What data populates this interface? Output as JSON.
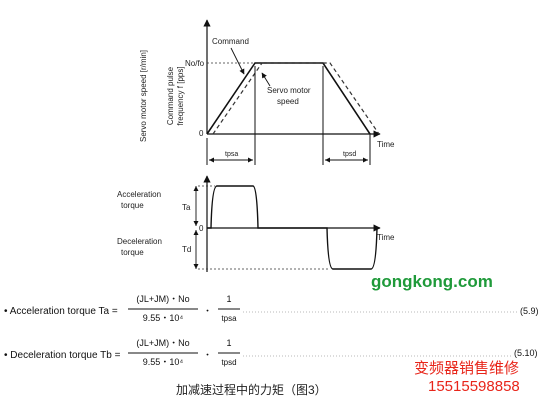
{
  "speed_graph": {
    "y_label_1": "Servo motor speed [r/min]",
    "y_label_2": "Command pulse",
    "y_label_3": "frequency f [pps]",
    "no_label": "No/fo",
    "zero_label": "0",
    "time_label": "Time",
    "command_label": "Command",
    "servo_label_1": "Servo motor",
    "servo_label_2": "speed",
    "tpsa_label": "tpsa",
    "tpsd_label": "tpsd"
  },
  "torque_graph": {
    "accel_label_1": "Acceleration",
    "accel_label_2": "torque",
    "decel_label_1": "Deceleration",
    "decel_label_2": "torque",
    "ta_label": "Ta",
    "td_label": "Td",
    "zero_label": "0",
    "time_label": "Time"
  },
  "formulas": {
    "accel_prefix": "• Acceleration torque Ta =",
    "accel_numerator": "(JL+JM)・No",
    "accel_denominator": "9.55・10⁴",
    "accel_dot": "・",
    "accel_one": "1",
    "accel_t": "tpsa",
    "accel_eq_no": "(5.9)",
    "decel_prefix": "• Deceleration torque Tb =",
    "decel_numerator": "(JL+JM)・No",
    "decel_denominator": "9.55・10⁴",
    "decel_dot": "・",
    "decel_one": "1",
    "decel_t": "tpsd",
    "decel_eq_no": "(5.10)"
  },
  "watermark": {
    "site": "gongkong.com",
    "service": "变频器销售维修",
    "phone": "15515598858"
  },
  "caption": "加减速过程中的力矩（图3）"
}
